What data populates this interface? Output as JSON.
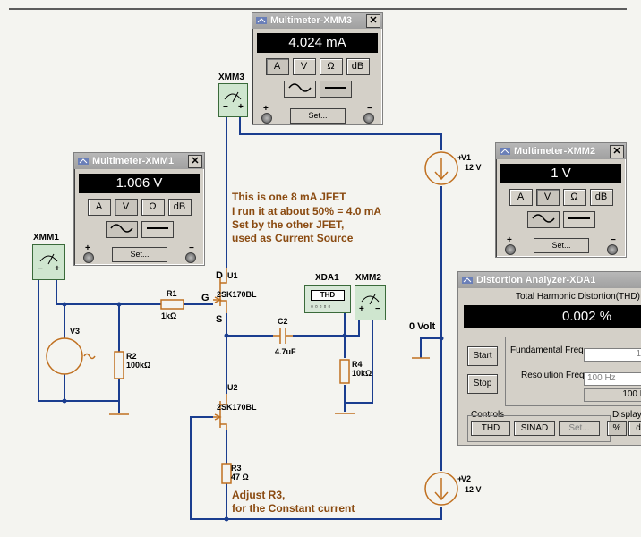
{
  "xmm3": {
    "title": "Multimeter-XMM3",
    "display": "4.024 mA",
    "btn_a": "A",
    "btn_v": "V",
    "btn_ohm": "Ω",
    "btn_db": "dB",
    "set": "Set...",
    "plus": "+",
    "minus": "−",
    "close": "✕"
  },
  "xmm1": {
    "title": "Multimeter-XMM1",
    "display": "1.006 V",
    "btn_a": "A",
    "btn_v": "V",
    "btn_ohm": "Ω",
    "btn_db": "dB",
    "set": "Set...",
    "plus": "+",
    "minus": "−",
    "close": "✕"
  },
  "xmm2": {
    "title": "Multimeter-XMM2",
    "display": "1 V",
    "btn_a": "A",
    "btn_v": "V",
    "btn_ohm": "Ω",
    "btn_db": "dB",
    "set": "Set...",
    "plus": "+",
    "minus": "−",
    "close": "✕"
  },
  "da": {
    "title": "Distortion Analyzer-XDA1",
    "heading": "Total Harmonic Distortion(THD)",
    "display": "0.002 %",
    "start": "Start",
    "stop": "Stop",
    "fund_label": "Fundamental Freq.",
    "fund_value": "1",
    "res_label": "Resolution Freq.",
    "res_value": "100 Hz",
    "res_value2": "100 H",
    "controls": "Controls",
    "thd": "THD",
    "sinad": "SINAD",
    "set": "Set...",
    "display_label": "Display",
    "pct": "%",
    "db": "d"
  },
  "schematic": {
    "xmm3_label": "XMM3",
    "xmm1_label": "XMM1",
    "xmm2_label": "XMM2",
    "xda1_label": "XDA1",
    "xda1_box": "THD",
    "u1": "U1",
    "u1_part": "2SK170BL",
    "u2": "U2",
    "u2_part": "2SK170BL",
    "pin_d": "D",
    "pin_g": "G",
    "pin_s": "S",
    "r1": "R1",
    "r1_val": "1kΩ",
    "r2": "R2",
    "r2_val": "100kΩ",
    "r3": "R3",
    "r3_val": "47 Ω",
    "r4": "R4",
    "r4_val": "10kΩ",
    "c2": "C2",
    "c2_val": "4.7uF",
    "v1": "V1",
    "v1_val": "12 V",
    "v2": "V2",
    "v2_val": "12 V",
    "v3": "V3",
    "zero_volt": "0 Volt",
    "plus": "+",
    "minus": "−",
    "note1": "This is one 8 mA JFET",
    "note2": " I run it at about 50% = 4.0 mA",
    "note3": "Set by the other JFET,",
    "note4": "used as Current Source",
    "note5": "Adjust R3,",
    "note6": "for the Constant current"
  },
  "colors": {
    "wire": "#1a3d8f",
    "component": "#c07020",
    "note_text": "#8a4a10",
    "instrument_bg": "#d4d0c8",
    "display_bg": "#000000"
  }
}
